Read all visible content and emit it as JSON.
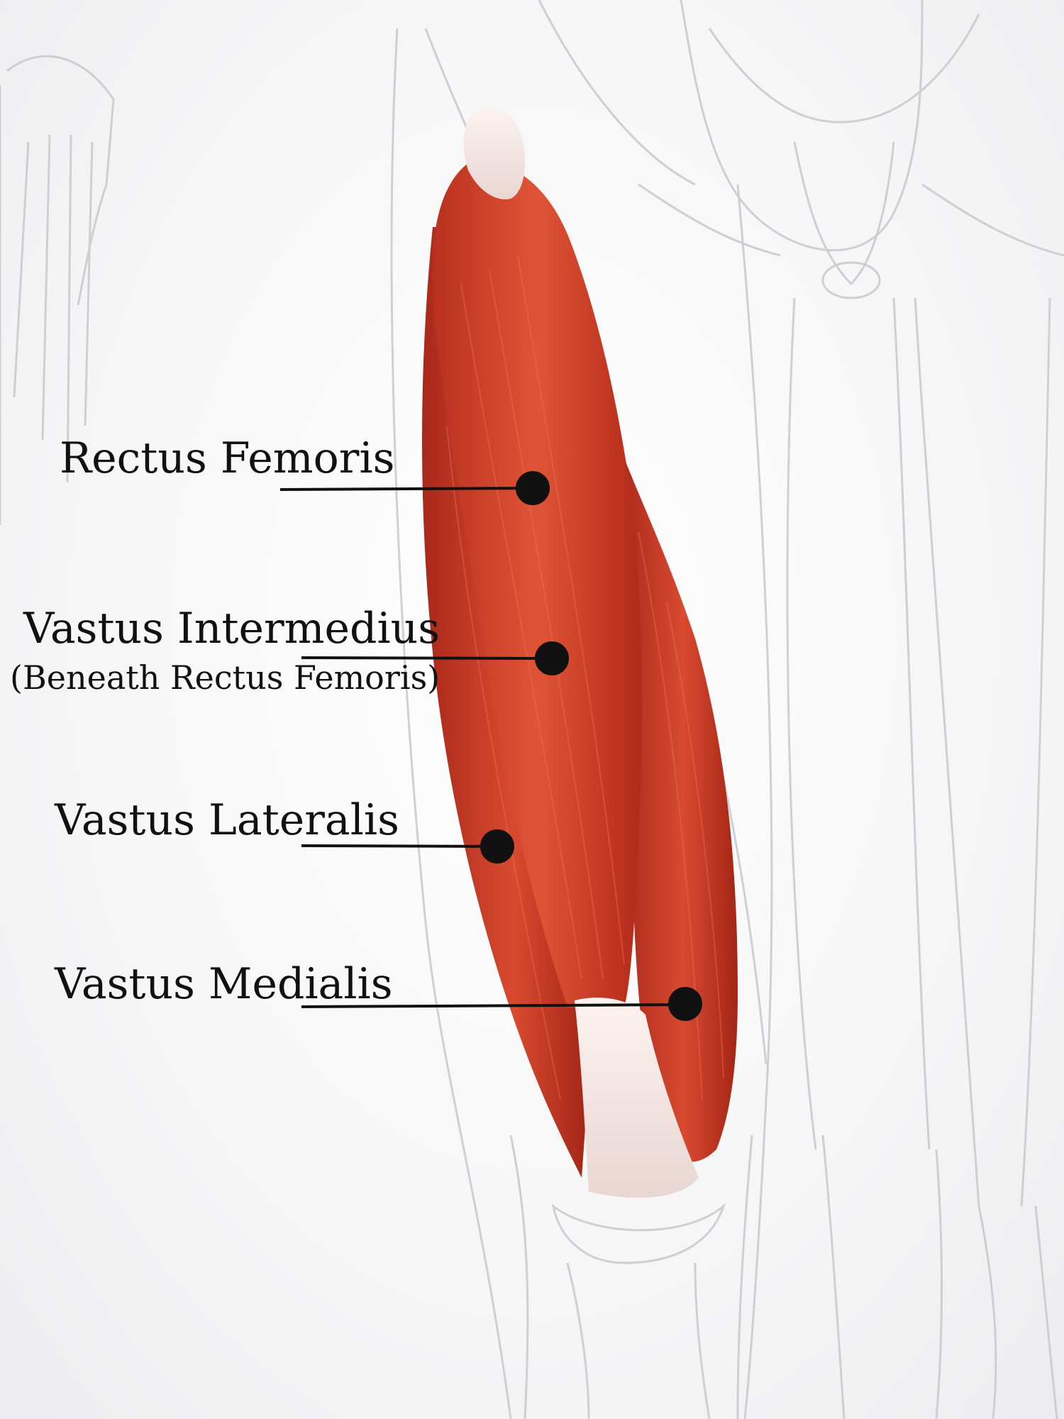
{
  "labels": {
    "rectus_femoris": "Rectus Femoris",
    "vastus_intermedius": "Vastus Intermedius",
    "vastus_intermedius_note": "(Beneath Rectus Femoris)",
    "vastus_lateralis": "Vastus Lateralis",
    "vastus_medialis": "Vastus Medialis"
  },
  "colors": {
    "muscle": "#d8412c",
    "muscle_dark": "#b02a1a",
    "tendon": "#f6ecea",
    "skeleton": "#d9d9dc",
    "leader": "#111111"
  }
}
